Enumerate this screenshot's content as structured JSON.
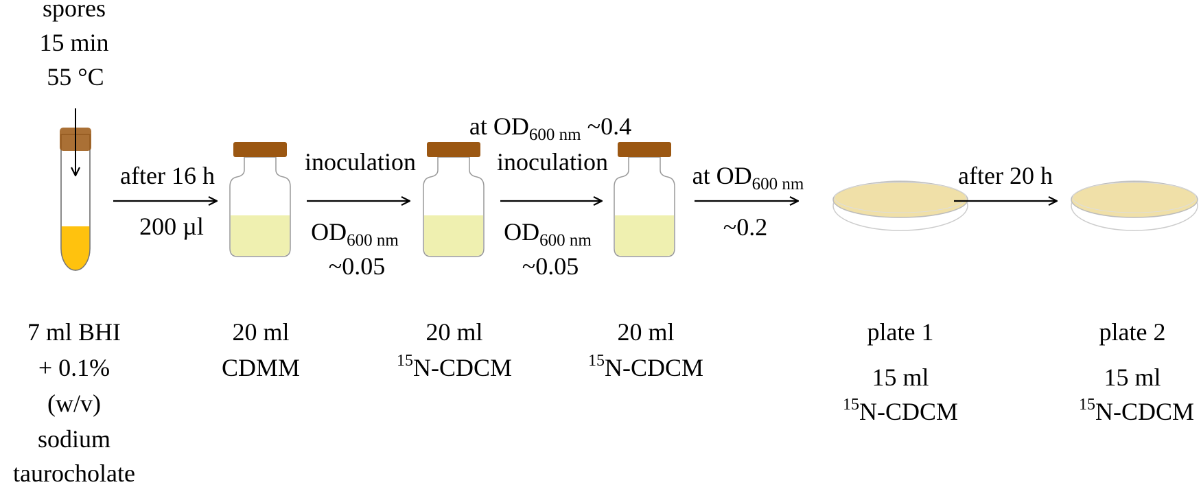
{
  "colors": {
    "cap": "#9b5712",
    "vial_medium": "#eff0b0",
    "tube_medium": "#ffc20e",
    "agar": "#f0e0a8",
    "arrow": "#000000"
  },
  "tube": {
    "top_lines": [
      "spores",
      "15 min",
      "55 °C"
    ],
    "bottom_lines": [
      "7 ml BHI",
      "+ 0.1%",
      "(w/v)",
      "sodium",
      "taurocholate"
    ]
  },
  "arrows": [
    {
      "above": "after 16 h",
      "below": "200 µl"
    },
    {
      "above": "inoculation",
      "below_prefix": "OD",
      "below_sub": "600 nm",
      "below_second": "~0.05"
    },
    {
      "top_prefix": "at OD",
      "top_sub": "600 nm",
      "top_suffix": " ~0.4",
      "above": "inoculation",
      "below_prefix": "OD",
      "below_sub": "600 nm",
      "below_second": "~0.05"
    },
    {
      "above_prefix": "at OD",
      "above_sub": "600 nm",
      "below": "~0.2"
    },
    {
      "above": "after 20 h"
    }
  ],
  "vessels": [
    {
      "line1": "20 ml",
      "line2": "CDMM"
    },
    {
      "line1": "20 ml",
      "line2_sup": "15",
      "line2": "N-CDCM"
    },
    {
      "line1": "20 ml",
      "line2_sup": "15",
      "line2": "N-CDCM"
    },
    {
      "line1": "plate 1",
      "line2": "15 ml",
      "line3_sup": "15",
      "line3": "N-CDCM"
    },
    {
      "line1": "plate 2",
      "line2": "15 ml",
      "line3_sup": "15",
      "line3": "N-CDCM"
    }
  ]
}
